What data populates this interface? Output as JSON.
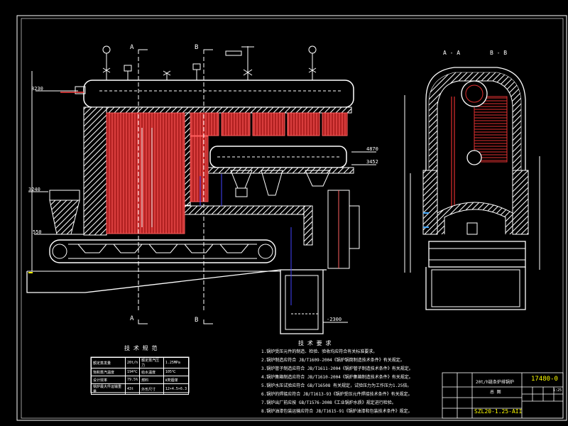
{
  "sections": {
    "a_top": "A",
    "b_top": "B",
    "a_bottom": "A",
    "b_bottom": "B",
    "side_view": "A - A",
    "end_view": "B - B"
  },
  "dims": {
    "left_high": "8230",
    "left_mid": "3240",
    "left_low": "550",
    "right_1": "4870",
    "right_2": "3452",
    "bottom_right": "-2300"
  },
  "tech_spec": {
    "title": "技 术 规 范",
    "rows": [
      [
        "额定蒸发量",
        "20t/h",
        "额定蒸汽压力",
        "1.25MPa"
      ],
      [
        "饱和蒸汽温度",
        "194℃",
        "给水温度",
        "105℃"
      ],
      [
        "设计效率",
        "79.5%",
        "燃料",
        "Ⅱ类烟煤"
      ],
      [
        "锅炉最大件运输重量",
        "43t",
        "外形尺寸",
        "12×4.5×6.3"
      ]
    ]
  },
  "notes": {
    "title": "技 术 要 求",
    "items": [
      "1.锅炉受压元件的制造、检验、验收均应符合有关标准要求。",
      "2.锅炉制造应符合 JB/T1609-2004《锅炉锅筒制造技术条件》有关规定。",
      "3.锅炉管子制造应符合 JB/T1611-2004《锅炉管子制造技术条件》有关规定。",
      "4.锅炉集箱制造应符合 JB/T1610-2004《锅炉集箱制造技术条件》有关规定。",
      "5.锅炉水压试验应符合 GB/T16508 有关规定，试验压力为工作压力1.25倍。",
      "6.锅炉的焊接应符合 JB/T1613-93《锅炉受压元件焊接技术条件》有关规定。",
      "7.锅炉出厂前应按 GB/T1576-2008《工业锅炉水质》规定进行检验。",
      "8.锅炉油漆包装运输应符合 JB/T1615-91《锅炉油漆和包装技术条件》规定。"
    ]
  },
  "title_block": {
    "drawing_no": "17480-0",
    "name_line1": "20t/h链条炉排锅炉",
    "name_line2": "总 图",
    "model": "SZL20-1.25-AII",
    "scale": "1:25"
  }
}
